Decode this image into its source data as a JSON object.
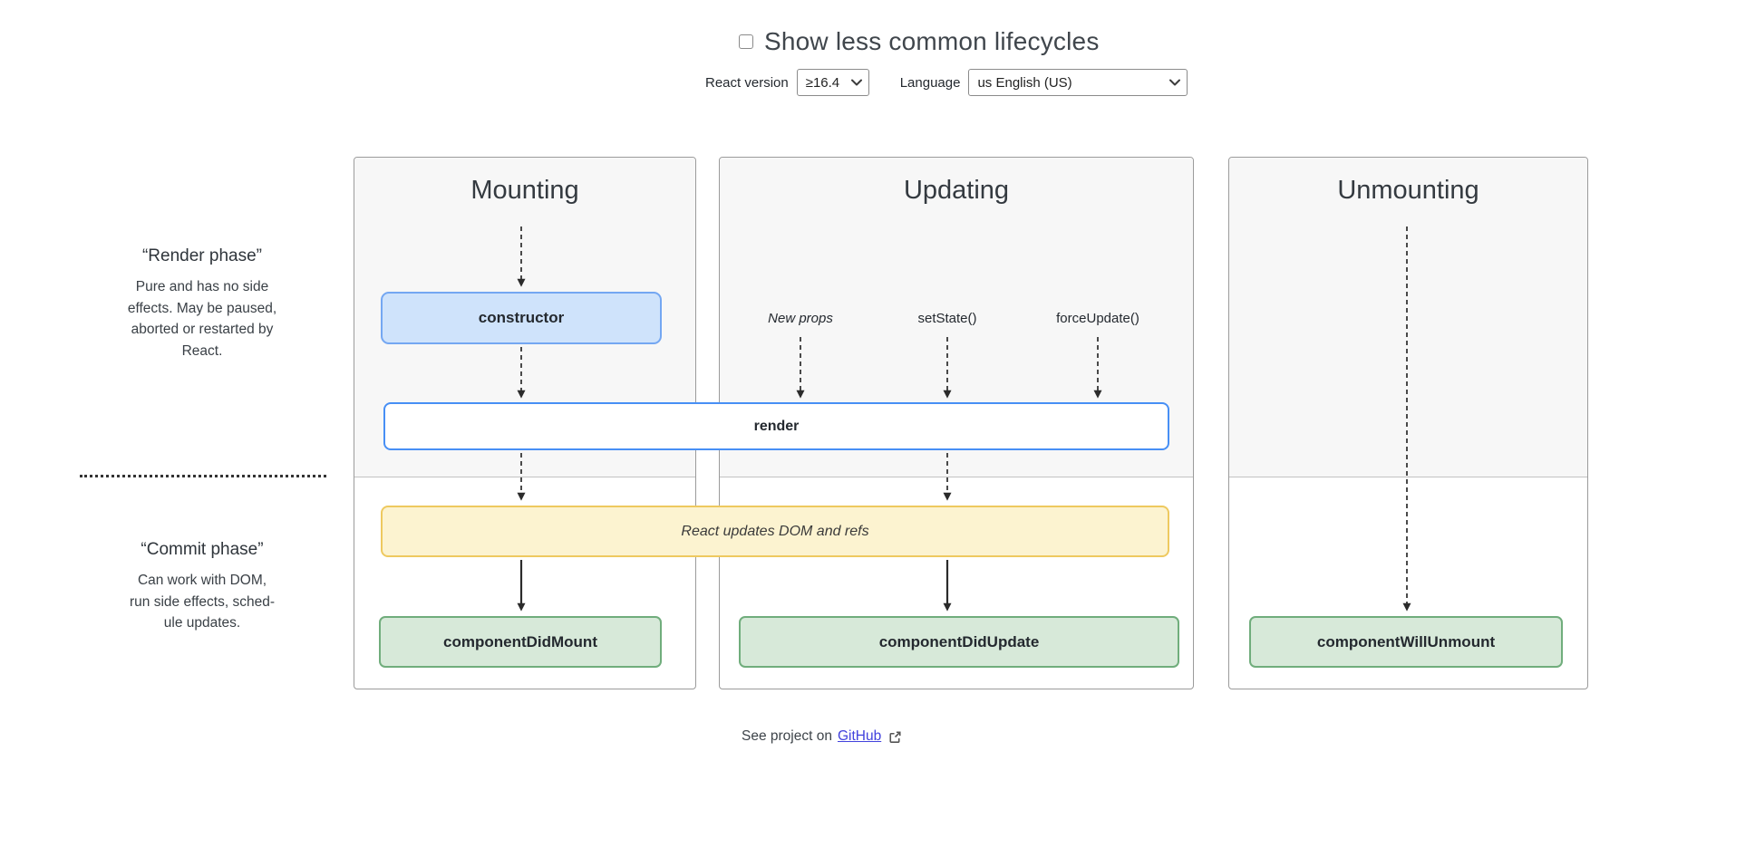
{
  "header": {
    "toggle_label": "Show less common lifecycles",
    "react_version_label": "React version",
    "react_version_value": "≥16.4",
    "language_label": "Language",
    "language_value": "us English (US)"
  },
  "phases": {
    "render": {
      "title": "“Render phase”",
      "description": "Pure and has no side\neffects. May be paused,\naborted or restarted by\nReact."
    },
    "commit": {
      "title": "“Commit phase”",
      "description": "Can work with DOM,\nrun side effects, sched-\nule updates."
    }
  },
  "columns": {
    "mounting": {
      "title": "Mounting",
      "constructor_label": "constructor",
      "did_mount_label": "componentDidMount"
    },
    "updating": {
      "title": "Updating",
      "new_props_label": "New props",
      "set_state_label": "setState()",
      "force_update_label": "forceUpdate()",
      "did_update_label": "componentDidUpdate"
    },
    "unmounting": {
      "title": "Unmounting",
      "will_unmount_label": "componentWillUnmount"
    }
  },
  "shared": {
    "render_label": "render",
    "react_updates_label": "React updates DOM and refs"
  },
  "footer": {
    "prefix": "See project on",
    "link_label": "GitHub"
  },
  "colors": {
    "blue_fill": "#cfe3fb",
    "blue_border": "#74a7f2",
    "render_border": "#478ff5",
    "yellow_fill": "#fcf3d0",
    "yellow_border": "#eec95f",
    "green_fill": "#d7e9d9",
    "green_border": "#70ad7c",
    "link": "#4141dd"
  }
}
